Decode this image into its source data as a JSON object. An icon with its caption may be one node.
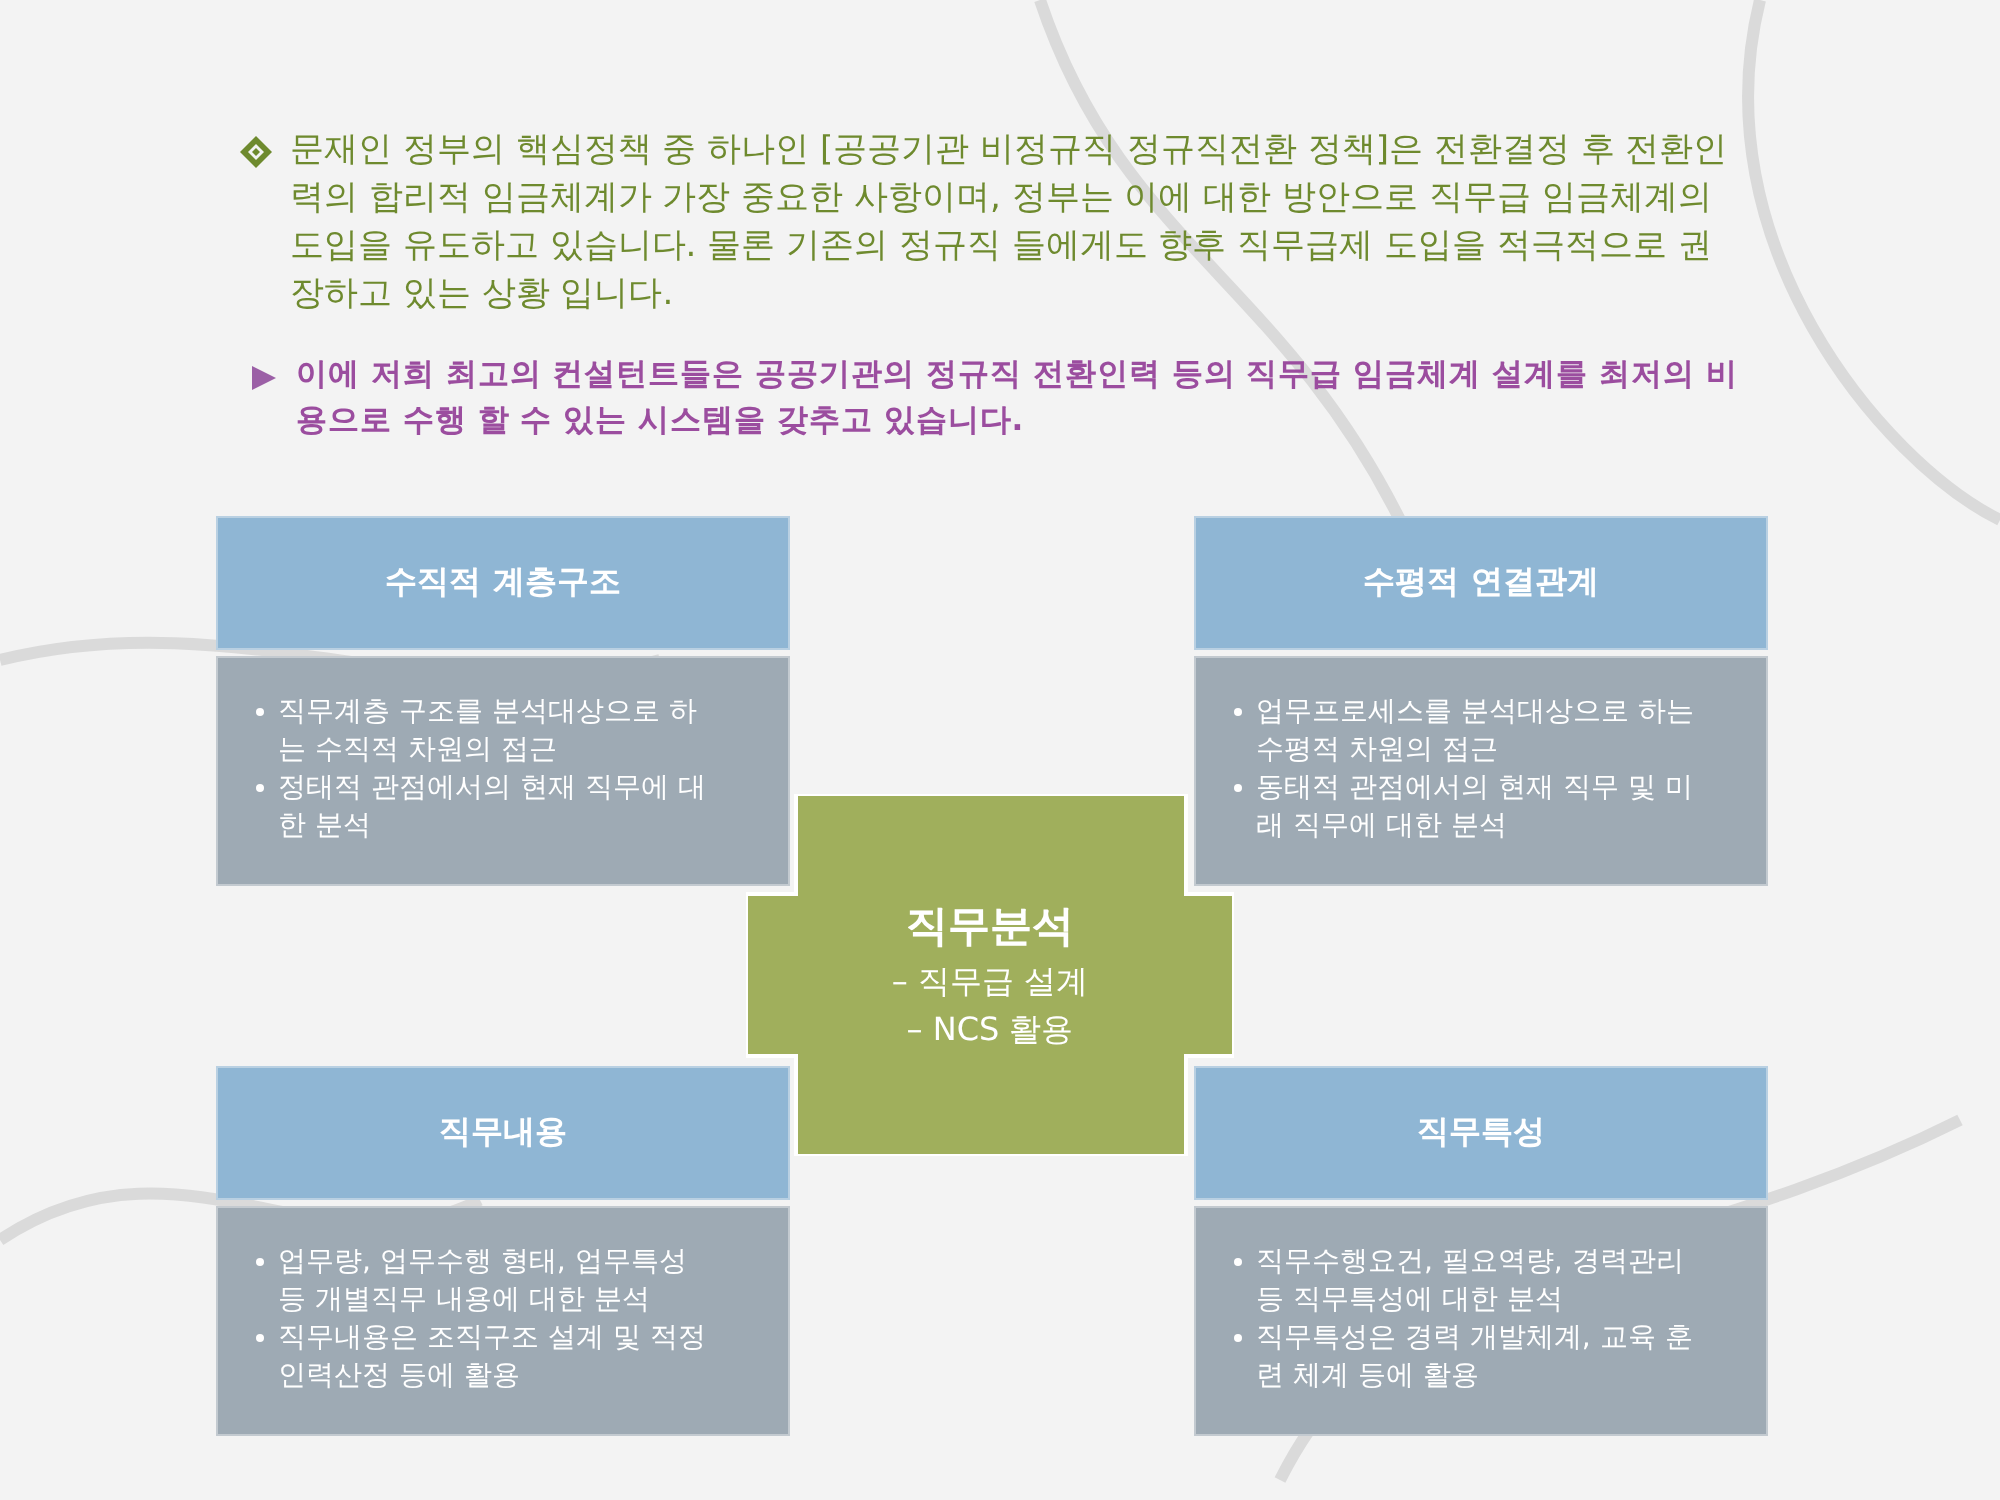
{
  "diagram": {
    "nodes": [
      {
        "text": [
          "수직적 계층구조"
        ]
      },
      {
        "text": [
          "수평적 연결관계"
        ]
      },
      {
        "text": [
          "직무계층 구조를 분석대상으로 하는 수직적 차원의 접근",
          "정태적 관점에서의 현재 직무에 대한 분석"
        ]
      },
      {
        "text": [
          "업무프로세스를 분석대상으로 하는 수평적 차원의 접근",
          "동태적 관점에서의 현재 직무 및 미래 직무에 대한 분석"
        ]
      },
      {
        "text": [
          "직무분석",
          "– 직무급 설계",
          "– NCS 활용"
        ]
      },
      {
        "text": [
          "직무내용"
        ]
      },
      {
        "text": [
          "직무특성"
        ]
      },
      {
        "text": [
          "업무량, 업무수행 형태, 업무특성 등 개별직무 내용에 대한 분석",
          "직무내용은 조직구조 설계 및 적정 인력산정 등에 활용"
        ]
      },
      {
        "text": [
          "직무수행요건, 필요역량, 경력관리 등 직무특성에 대한 분석",
          "직무특성은  경력 개발체계, 교육 훈련 체계 등에 활용"
        ]
      }
    ],
    "labels": [
      "문재인 정부의 핵심정책 중 하나인 [공공기관 비정규직 정규직전환 정책]은 전환결정 후 전환인력의 합리적 임금체계가 가장 중요한 사항이며, 정부는 이에 대한 방안으로 직무급 임금체계의 도입을 유도하고 있습니다. 물론 기존의 정규직 들에게도 향후 직무급제 도입을 적극적으로 권장하고 있는 상황 입니다.",
      "이에 저희 최고의 컨설턴트들은 공공기관의 정규직 전환인력 등의 직무급 임금체계 설계를 최저의 비용으로 수행 할 수 있는 시스템을 갖추고 있습니다."
    ]
  }
}
